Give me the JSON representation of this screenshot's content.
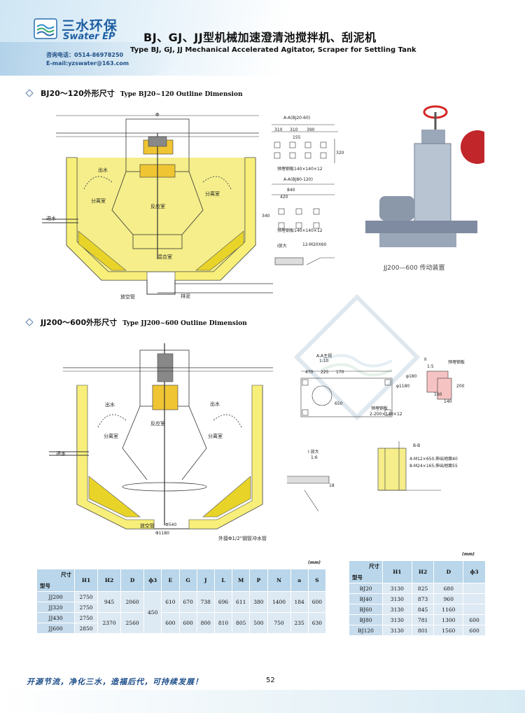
{
  "header": {
    "logo_cn": "三水环保",
    "logo_en": "Swater EP",
    "tel": "咨询电话：0514-86978250",
    "email": "E-mail:yzswater@163.com",
    "title_cn": "BJ、GJ、JJ型机械加速澄清池搅拌机、刮泥机",
    "title_en": "Type BJ, GJ, JJ Mechanical Accelerated Agitator, Scraper for Settling Tank"
  },
  "section1": {
    "title_cn": "BJ20～120外形尺寸",
    "title_en": "Type BJ20~120 Outline Dimension",
    "labels": {
      "phi": "Φ",
      "outflow": "出水",
      "separation": "分离室",
      "reaction": "反应室",
      "mixing": "混合室",
      "inflow": "进水",
      "mud": "排泥",
      "empty": "放空管",
      "sec_a": "A-A(BJ20-60)",
      "sec_b": "A-A(BJ80-120)",
      "plate1": "预埋钢板140×140×12",
      "plate2": "预埋钢板140×140×12",
      "enlarge": "I放大",
      "bolt": "12-M20X60",
      "dims_a": [
        "310",
        "310",
        "390",
        "155",
        "320"
      ],
      "dims_b": [
        "840",
        "420",
        "340"
      ]
    },
    "photo_caption": "JJ200—600  传动装置"
  },
  "section2": {
    "title_cn": "JJ200～600外形尺寸",
    "title_en": "Type JJ200~600 Outline Dimension",
    "labels": {
      "outflow_l": "出水",
      "outflow_r": "出水",
      "sep_l": "分离室",
      "sep_r": "分离室",
      "reaction": "反应室",
      "inflow": "进水",
      "empty": "放空管",
      "phi540": "Φ540",
      "phi1180": "Φ1180",
      "pipe": "外接Φ1/2\"钢管冲水管",
      "sec_a": "A-A主视",
      "scale_a": "1:10",
      "plate": "预埋钢板",
      "plate_dims": "2-200×140×12",
      "enlarge_a": "II",
      "scale_b": "1:5",
      "plate_b": "预埋钢板",
      "enlarge_c": "I 放大",
      "scale_c": "1:6",
      "bb": "B-B",
      "bolt1": "4-M12×650,伸出地面40",
      "bolt2": "8-M24×165,伸出地面55",
      "dims": [
        "470",
        "225",
        "170",
        "650",
        "φ180",
        "φ1180",
        "160",
        "140",
        "200",
        "18"
      ]
    }
  },
  "table_jj": {
    "unit": "(mm)",
    "corner_top": "尺寸",
    "corner_bottom": "型号",
    "columns": [
      "H1",
      "H2",
      "D",
      "ф3",
      "E",
      "G",
      "J",
      "L",
      "M",
      "P",
      "N",
      "a",
      "S"
    ],
    "rows": [
      {
        "model": "JJ200",
        "h1": "2750"
      },
      {
        "model": "JJ320",
        "h1": "2750"
      },
      {
        "model": "JJ430",
        "h1": "2750"
      },
      {
        "model": "JJ600",
        "h1": "2850"
      }
    ],
    "group1": {
      "h2": "945",
      "d": "2060",
      "vals": [
        "610",
        "670",
        "738",
        "696",
        "611",
        "380",
        "1400",
        "184",
        "600"
      ]
    },
    "group2": {
      "h2": "2370",
      "d": "2560",
      "vals": [
        "600",
        "600",
        "800",
        "810",
        "805",
        "500",
        "750",
        "235",
        "630"
      ]
    },
    "phi3": "450"
  },
  "table_bj": {
    "unit": "(mm)",
    "corner_top": "尺寸",
    "corner_bottom": "型号",
    "columns": [
      "H1",
      "H2",
      "D",
      "ф3"
    ],
    "rows": [
      {
        "model": "BJ20",
        "h1": "3130",
        "h2": "825",
        "d": "680",
        "phi3": ""
      },
      {
        "model": "BJ40",
        "h1": "3130",
        "h2": "873",
        "d": "960",
        "phi3": ""
      },
      {
        "model": "BJ60",
        "h1": "3130",
        "h2": "845",
        "d": "1160",
        "phi3": ""
      },
      {
        "model": "BJ80",
        "h1": "3130",
        "h2": "781",
        "d": "1300",
        "phi3": "600"
      },
      {
        "model": "BJ120",
        "h1": "3130",
        "h2": "801",
        "d": "1560",
        "phi3": "600"
      }
    ]
  },
  "footer": {
    "slogan": "开源节流，净化三水，造福后代，可持续发展！",
    "page": "52"
  }
}
